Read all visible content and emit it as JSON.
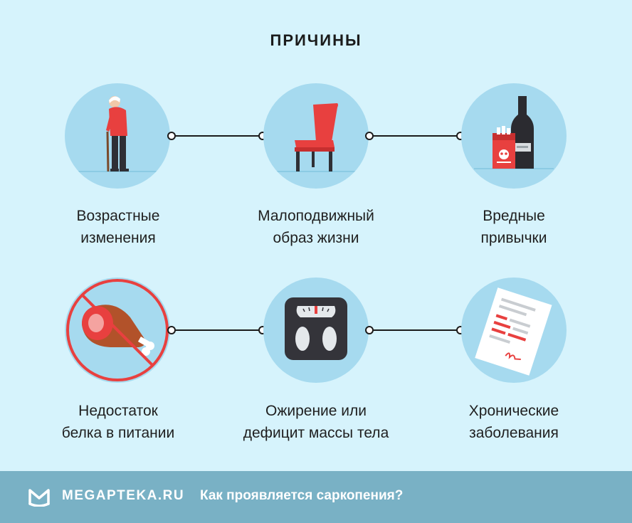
{
  "title": "ПРИЧИНЫ",
  "causes": [
    {
      "label_line1": "Возрастные",
      "label_line2": "изменения",
      "icon": "elderly-person-icon"
    },
    {
      "label_line1": "Малоподвижный",
      "label_line2": "образ жизни",
      "icon": "chair-icon"
    },
    {
      "label_line1": "Вредные",
      "label_line2": "привычки",
      "icon": "bottle-cigarettes-icon"
    },
    {
      "label_line1": "Недостаток",
      "label_line2": "белка в питании",
      "icon": "crossed-meat-icon"
    },
    {
      "label_line1": "Ожирение или",
      "label_line2": "дефицит массы тела",
      "icon": "scales-icon"
    },
    {
      "label_line1": "Хронические",
      "label_line2": "заболевания",
      "icon": "medical-document-icon"
    }
  ],
  "footer": {
    "brand": "MEGAPTEKA.RU",
    "subtitle": "Как проявляется саркопения?"
  },
  "colors": {
    "background": "#d6f3fc",
    "circle": "#a6daef",
    "accent": "#e8403f",
    "footer": "#79b1c5"
  }
}
